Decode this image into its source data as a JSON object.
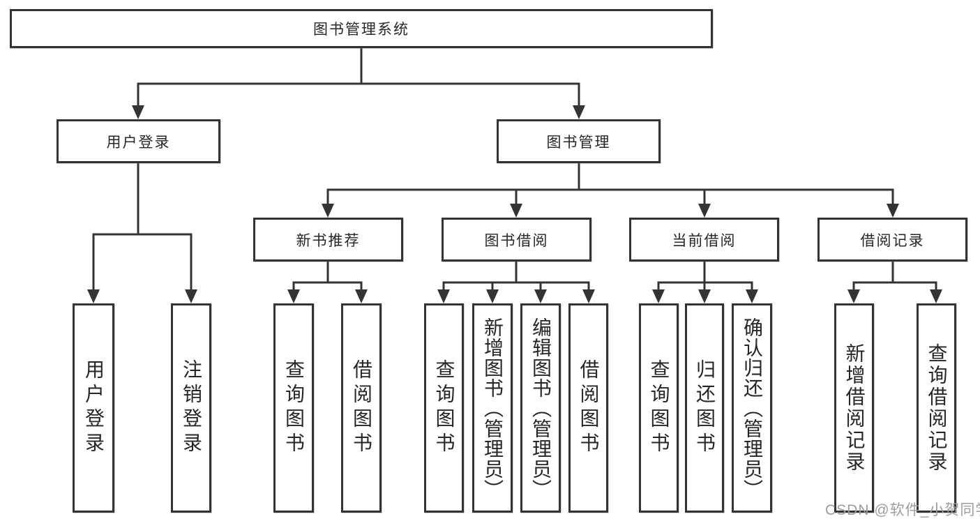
{
  "tree": {
    "label": "图书管理系统",
    "children": [
      {
        "label": "用户登录",
        "children": [
          {
            "label": "用户登录"
          },
          {
            "label": "注销登录"
          }
        ]
      },
      {
        "label": "图书管理",
        "children": [
          {
            "label": "新书推荐",
            "children": [
              {
                "label": "查询图书"
              },
              {
                "label": "借阅图书"
              }
            ]
          },
          {
            "label": "图书借阅",
            "children": [
              {
                "label": "查询图书"
              },
              {
                "label": "新增图书（管理员）"
              },
              {
                "label": "编辑图书（管理员）"
              },
              {
                "label": "借阅图书"
              }
            ]
          },
          {
            "label": "当前借阅",
            "children": [
              {
                "label": "查询图书"
              },
              {
                "label": "归还图书"
              },
              {
                "label": "确认归还（管理员）"
              }
            ]
          },
          {
            "label": "借阅记录",
            "children": [
              {
                "label": "新增借阅记录"
              },
              {
                "label": "查询借阅记录"
              }
            ]
          }
        ]
      }
    ]
  },
  "watermark": "CSDN @软件_小贺同学",
  "colors": {
    "line": "#333333",
    "box_border": "#333333",
    "text": "#262626",
    "watermark": "#9e9e9e",
    "background": "#ffffff"
  }
}
